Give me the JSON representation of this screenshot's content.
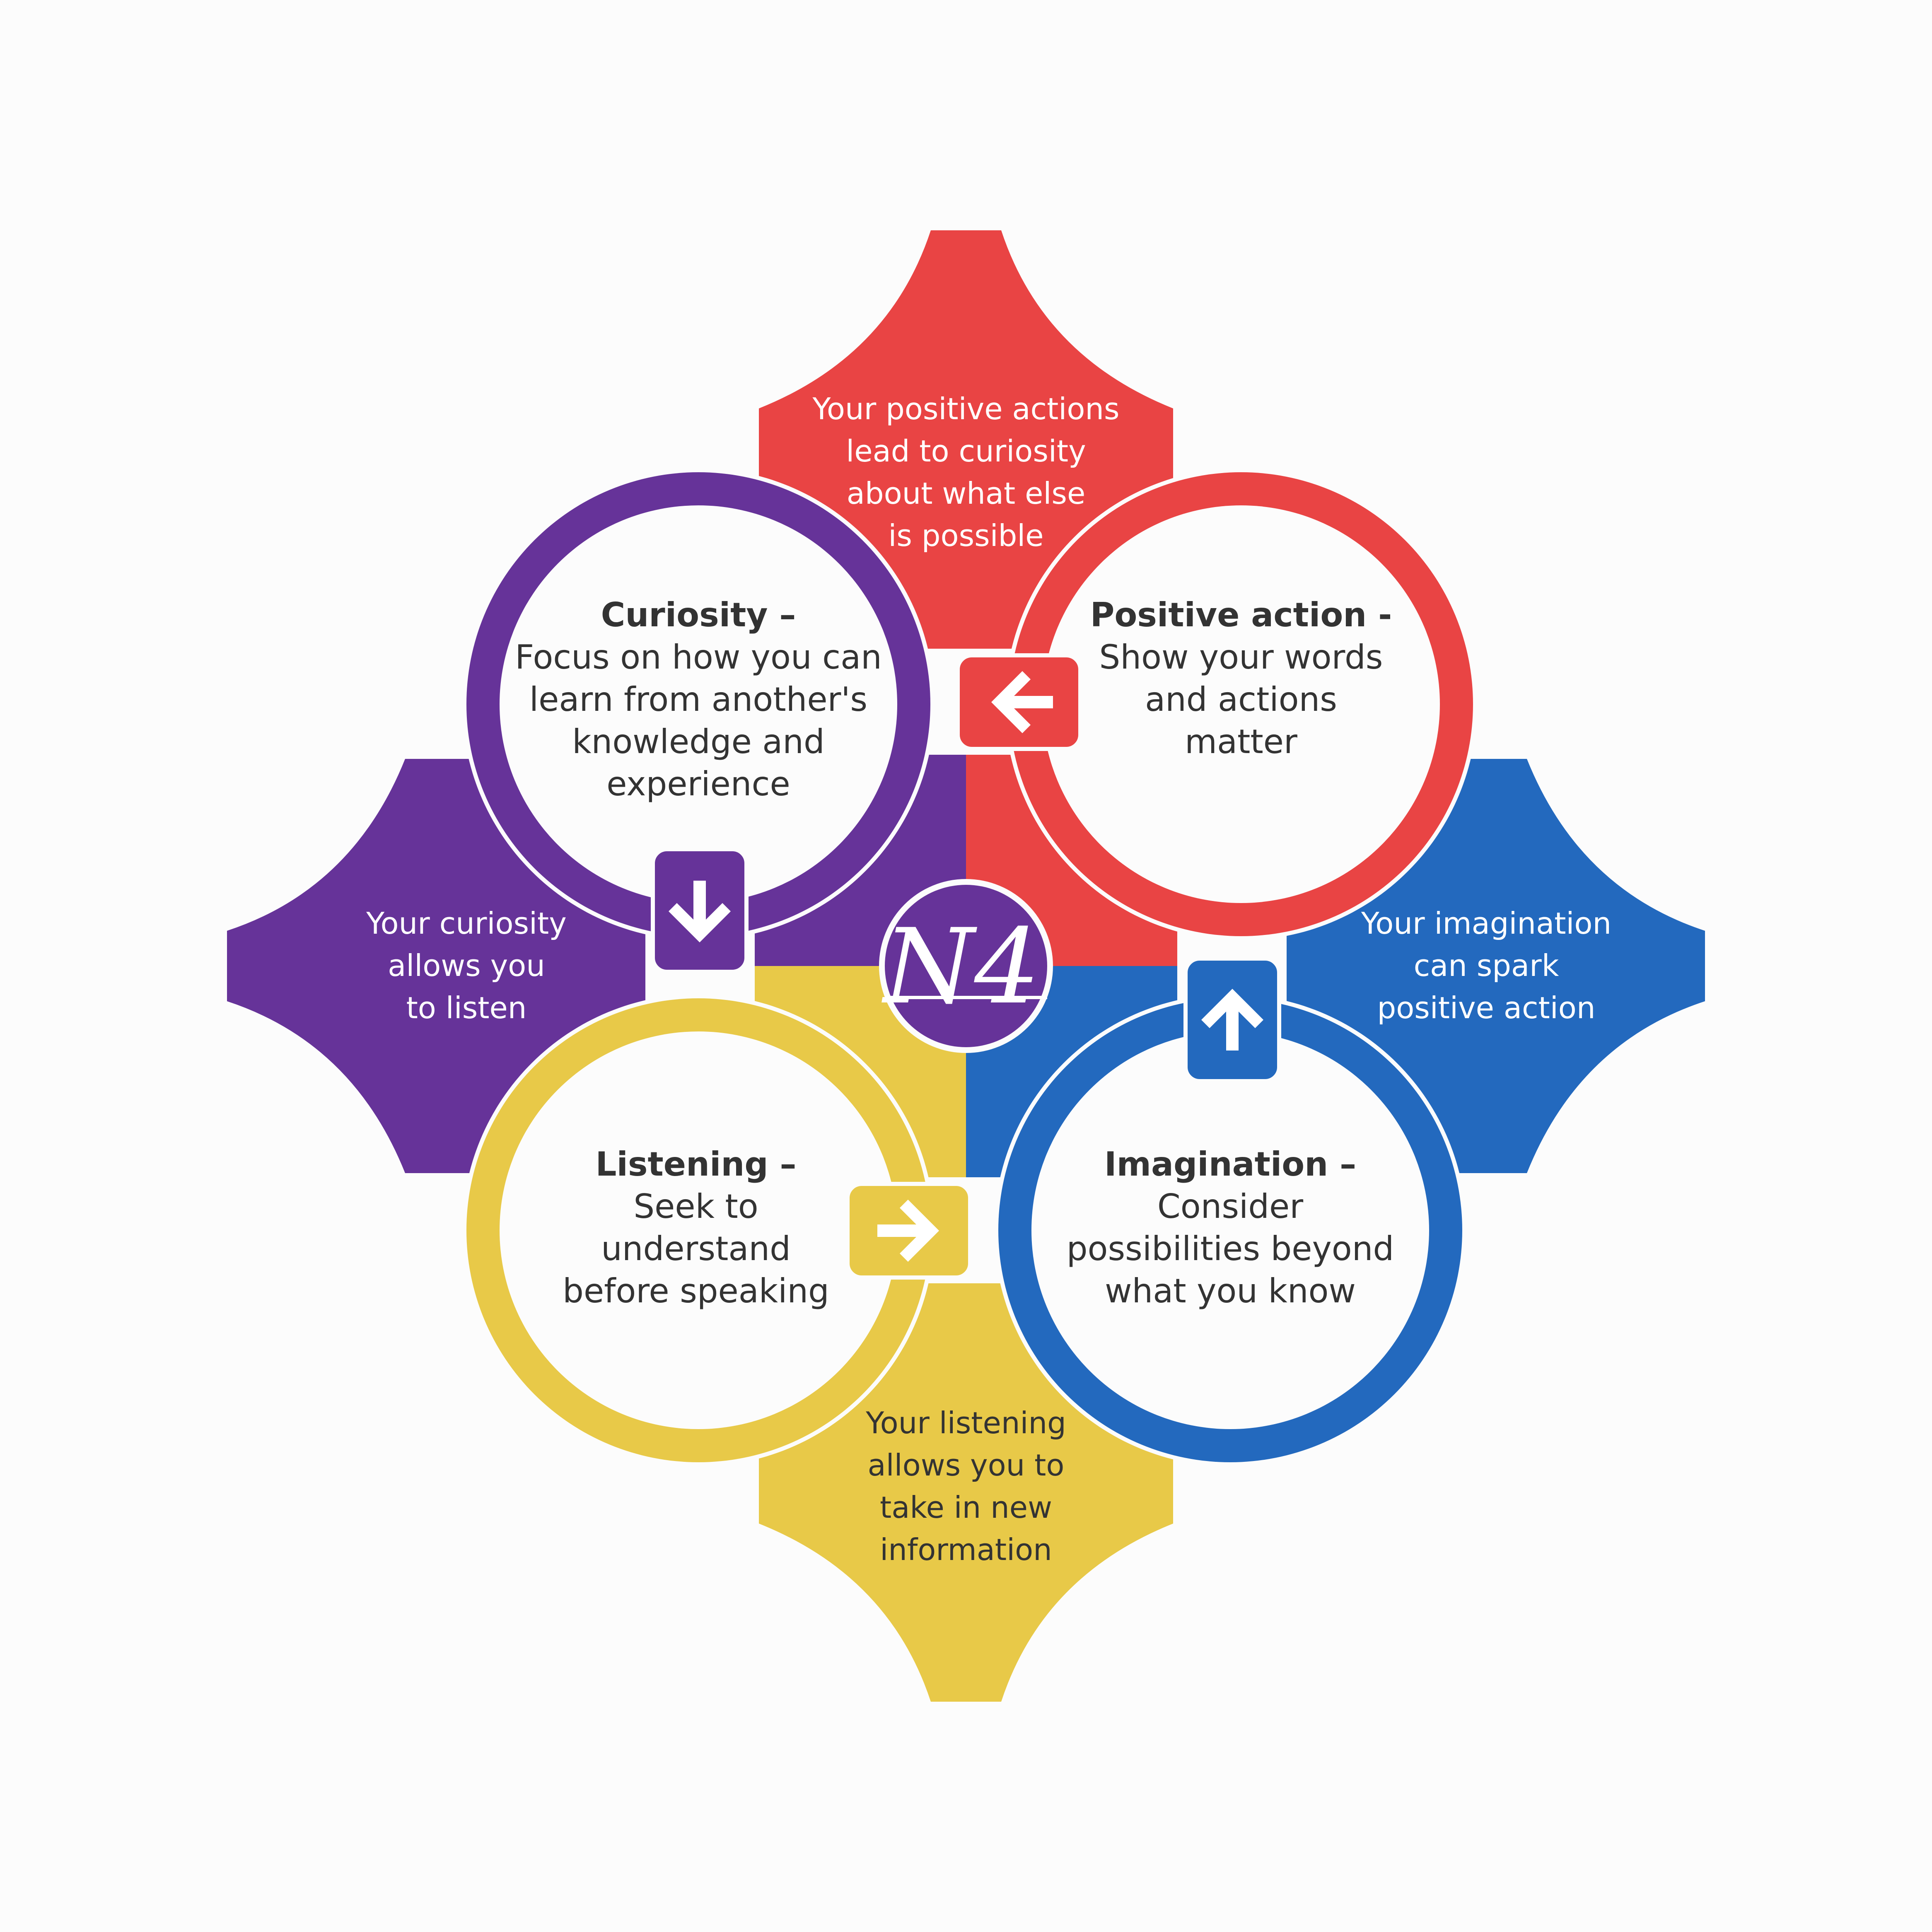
{
  "colors": {
    "red": "#e94444",
    "purple": "#663399",
    "yellow": "#e8c948",
    "blue": "#2369be",
    "background": "#fcfcfc",
    "text_dark": "#333333",
    "text_light": "#ffffff"
  },
  "logo": {
    "text": "N4"
  },
  "petals": {
    "top": [
      "Your positive actions",
      "lead to curiosity",
      "about what else",
      "is possible"
    ],
    "left": [
      "Your curiosity",
      "allows you",
      "to listen"
    ],
    "right": [
      "Your imagination",
      "can spark",
      "positive action"
    ],
    "bottom": [
      "Your listening",
      "allows you to",
      "take in new",
      "information"
    ]
  },
  "circles": {
    "curiosity": {
      "title": "Curiosity –",
      "lines": [
        "Focus on how you can",
        "learn from another's",
        "knowledge and",
        "experience"
      ]
    },
    "positive_action": {
      "title": "Positive action -",
      "lines": [
        "Show your words",
        "and actions",
        "matter"
      ]
    },
    "listening": {
      "title": "Listening –",
      "lines": [
        "Seek to",
        "understand",
        "before speaking"
      ]
    },
    "imagination": {
      "title": "Imagination –",
      "lines": [
        "Consider",
        "possibilities beyond",
        "what you know"
      ]
    }
  },
  "arrows": {
    "curiosity_to_listening": "arrow-down-icon",
    "listening_to_imagination": "arrow-right-icon",
    "imagination_to_positive_action": "arrow-up-icon",
    "positive_action_to_curiosity": "arrow-left-icon"
  }
}
